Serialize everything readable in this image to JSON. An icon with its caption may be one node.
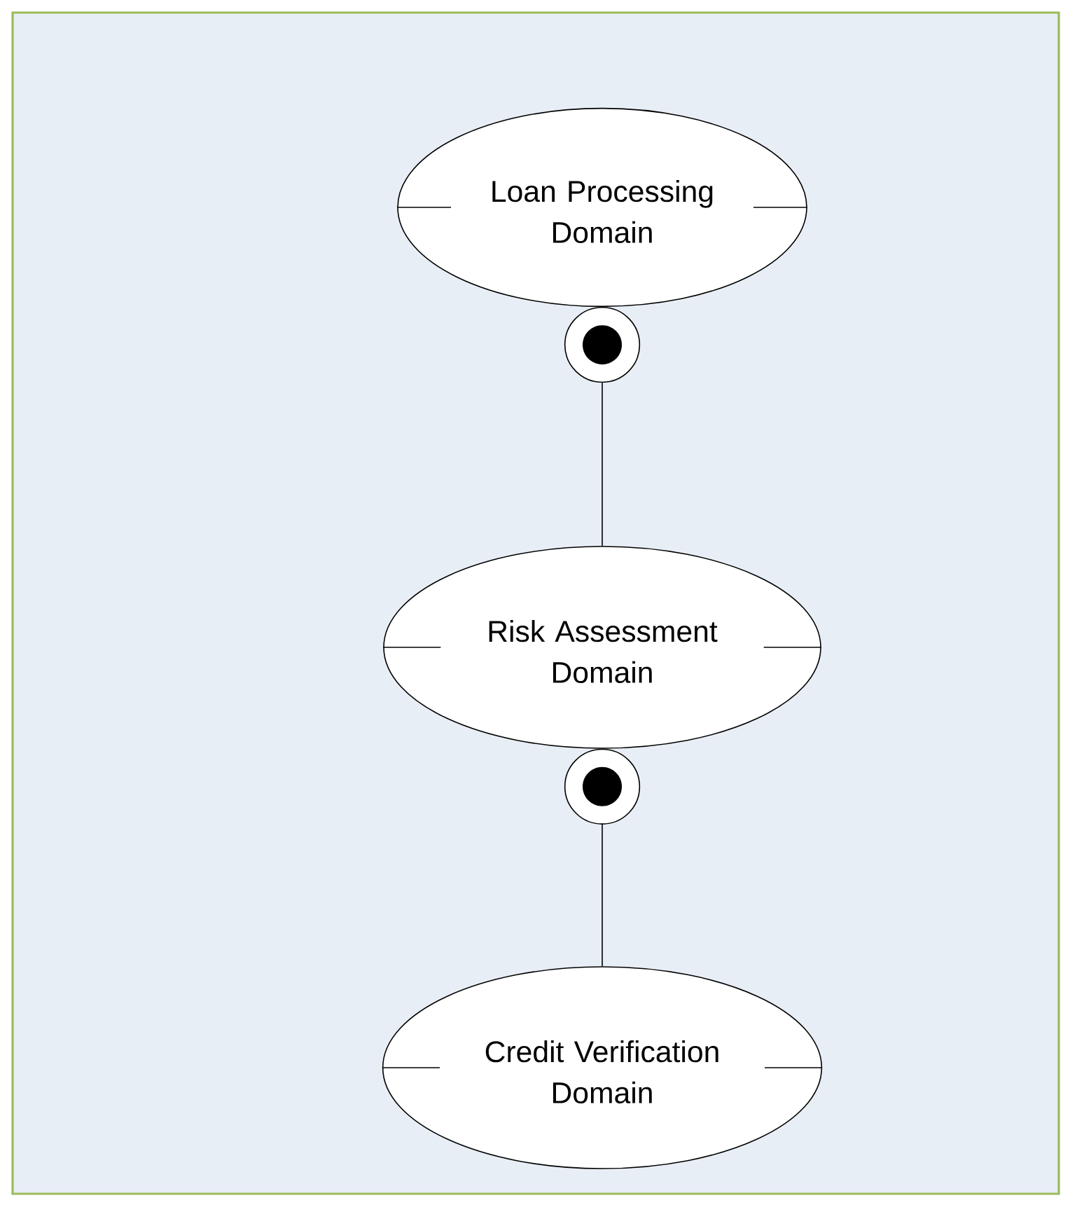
{
  "diagram": {
    "nodes": [
      {
        "text": [
          "Loan Processing Domain"
        ]
      },
      {
        "text": [
          "Risk Assessment Domain"
        ]
      },
      {
        "text": [
          "Credit Verification Domain"
        ]
      }
    ],
    "edges": [
      {
        "from": 0,
        "to": 1,
        "arrow": "other"
      },
      {
        "from": 1,
        "to": 2,
        "arrow": "other"
      }
    ]
  }
}
